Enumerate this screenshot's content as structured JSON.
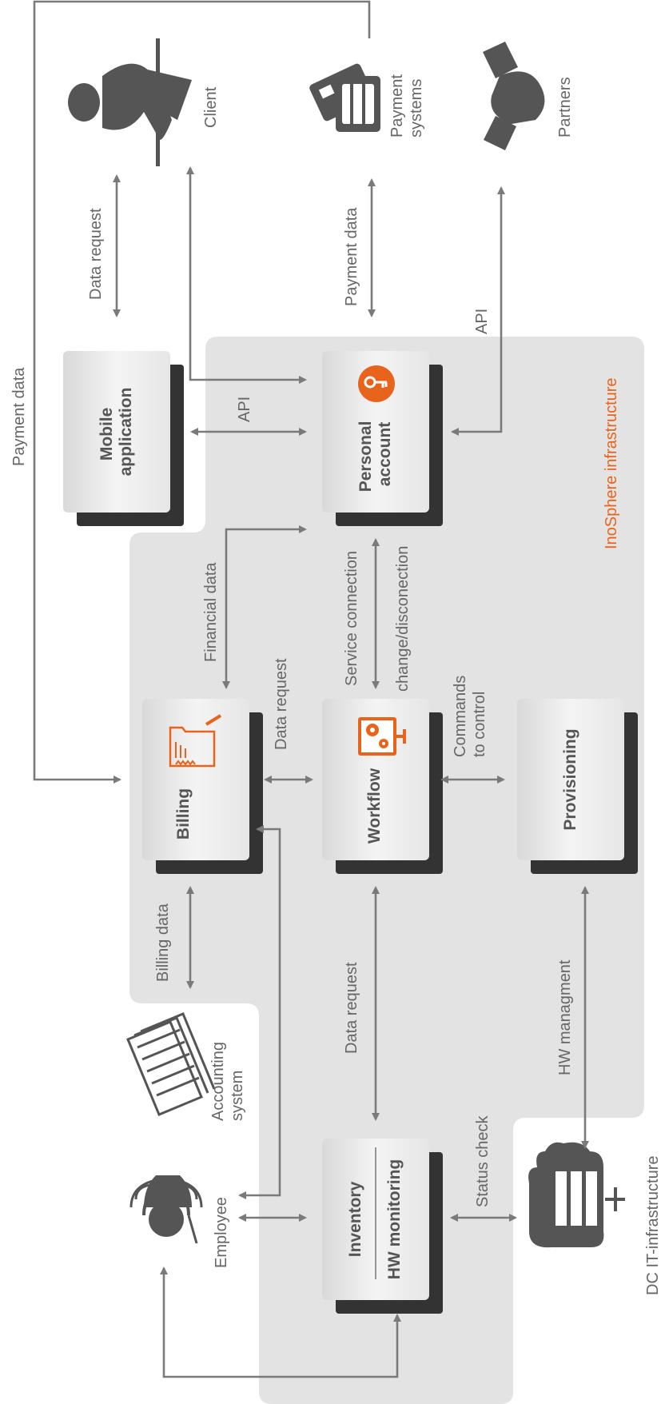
{
  "infrastructure": {
    "label": "InoSphere infrastructure"
  },
  "boxes": {
    "mobile": {
      "line1": "Mobile",
      "line2": "application"
    },
    "personal": {
      "line1": "Personal",
      "line2": "account"
    },
    "billing": {
      "label": "Billing"
    },
    "workflow": {
      "label": "Workflow"
    },
    "provisioning": {
      "label": "Provisioning"
    },
    "inventory": {
      "line1": "Inventory",
      "line2": "HW monitoring"
    }
  },
  "actors": {
    "client": "Client",
    "payment_systems": {
      "line1": "Payment",
      "line2": "systems"
    },
    "partners": "Partners",
    "accounting": {
      "line1": "Accounting",
      "line2": "system"
    },
    "employee": "Employee",
    "dc": "DC IT-infrastructure"
  },
  "labels": {
    "payment_data_left": "Payment data",
    "data_request_client": "Data request",
    "payment_data_mid": "Payment data",
    "api_partners": "API",
    "api_mobile": "API",
    "financial_data": "Financial data",
    "service_connection_1": "Service connection",
    "service_connection_2": "change/disconection",
    "data_request_billing": "Data request",
    "commands_1": "Commands",
    "commands_2": "to control",
    "billing_data": "Billing data",
    "data_request_inventory": "Data request",
    "hw_management": "HW managment",
    "status_check": "Status check"
  },
  "colors": {
    "accent": "#e8641c",
    "region": "#e3e3e3",
    "box": "#efefef",
    "icon": "#555555",
    "arrow": "#7a7a7a"
  }
}
